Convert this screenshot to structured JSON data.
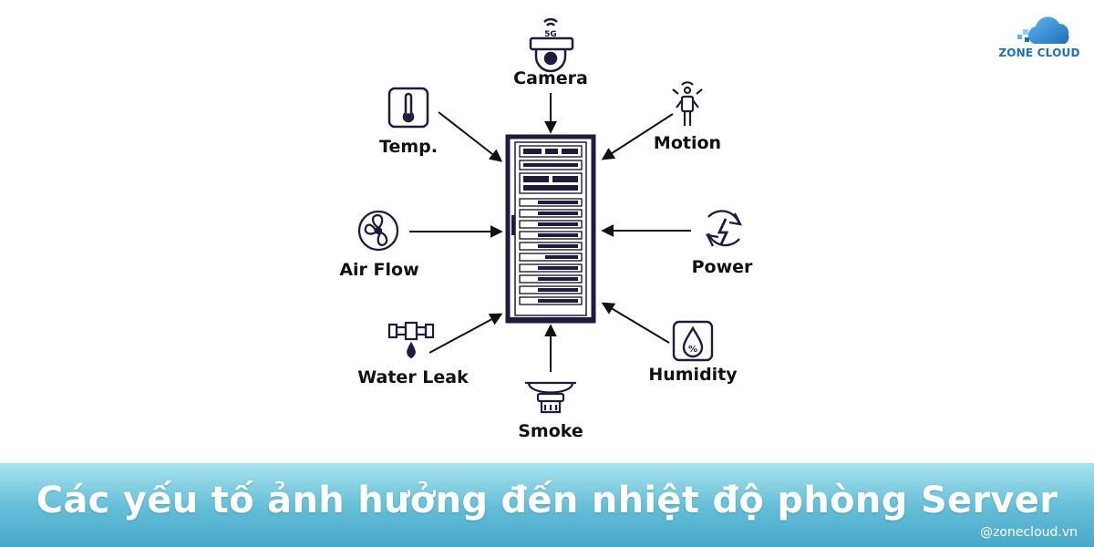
{
  "diagram": {
    "center": "server-rack",
    "nodes": [
      {
        "id": "camera",
        "label": "Camera",
        "icon": "camera-icon",
        "badge": "5G"
      },
      {
        "id": "temp",
        "label": "Temp.",
        "icon": "thermometer-icon"
      },
      {
        "id": "motion",
        "label": "Motion",
        "icon": "person-motion-icon"
      },
      {
        "id": "airflow",
        "label": "Air Flow",
        "icon": "fan-icon"
      },
      {
        "id": "power",
        "label": "Power",
        "icon": "power-bolt-icon"
      },
      {
        "id": "waterleak",
        "label": "Water Leak",
        "icon": "pipe-drop-icon"
      },
      {
        "id": "humidity",
        "label": "Humidity",
        "icon": "humidity-drop-icon",
        "symbol": "%"
      },
      {
        "id": "smoke",
        "label": "Smoke",
        "icon": "smoke-detector-icon"
      }
    ]
  },
  "logo": {
    "text": "ZONE CLOUD"
  },
  "banner": {
    "title": "Các yếu tố ảnh hưởng đến nhiệt độ phòng Server",
    "handle": "@zonecloud.vn"
  },
  "colors": {
    "ink": "#1f1b3d",
    "banner_top": "#a9e3ee",
    "banner_bottom": "#4aa9c9",
    "logo_blue": "#1e6fb8"
  }
}
